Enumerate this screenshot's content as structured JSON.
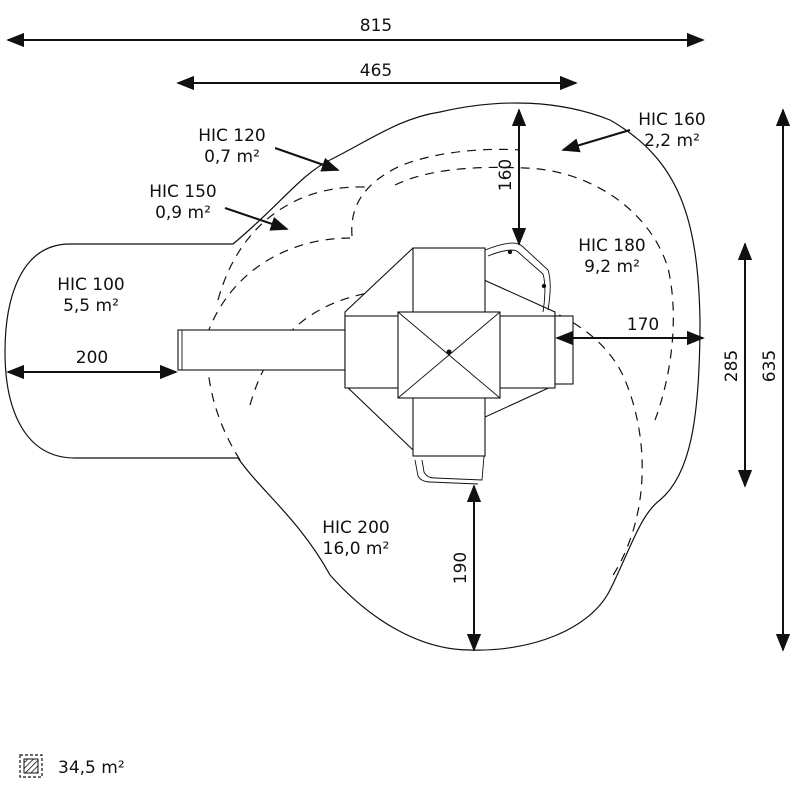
{
  "dimensions": {
    "total_width": "815",
    "structure_width": "465",
    "top_clearance": "160",
    "right_clearance": "170",
    "left_clearance": "200",
    "bottom_clearance": "190",
    "structure_depth": "285",
    "total_depth": "635"
  },
  "zones": [
    {
      "hic": "HIC 100",
      "area": "5,5 m²"
    },
    {
      "hic": "HIC 120",
      "area": "0,7 m²"
    },
    {
      "hic": "HIC 150",
      "area": "0,9 m²"
    },
    {
      "hic": "HIC 160",
      "area": "2,2 m²"
    },
    {
      "hic": "HIC 180",
      "area": "9,2 m²"
    },
    {
      "hic": "HIC 200",
      "area": "16,0 m²"
    }
  ],
  "legend": {
    "icon": "hatched-area-icon",
    "total_area": "34,5 m²"
  }
}
